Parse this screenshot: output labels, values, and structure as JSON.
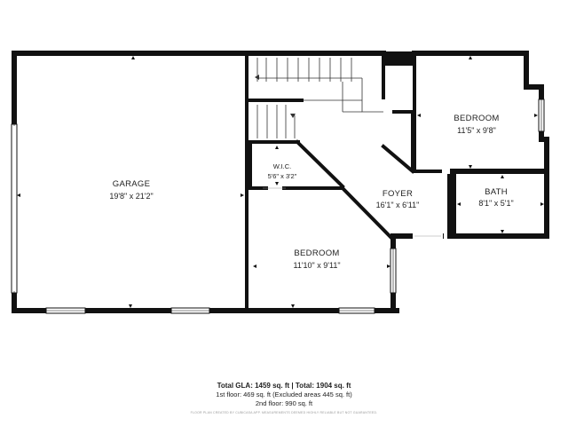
{
  "rooms": {
    "garage": {
      "name": "GARAGE",
      "dims": "19'8\" x 21'2\""
    },
    "wic": {
      "name": "W.I.C.",
      "dims": "5'6\" x 3'2\""
    },
    "bedroom_main": {
      "name": "BEDROOM",
      "dims": "11'10\" x 9'11\""
    },
    "foyer": {
      "name": "FOYER",
      "dims": "16'1\" x 6'11\""
    },
    "bedroom_upper": {
      "name": "BEDROOM",
      "dims": "11'5\" x 9'8\""
    },
    "bath": {
      "name": "BATH",
      "dims": "8'1\" x 5'1\""
    }
  },
  "summary": {
    "total_line": "Total GLA: 1459 sq. ft | Total: 1904 sq. ft",
    "first_floor": "1st floor: 469 sq. ft (Excluded areas 445 sq. ft)",
    "second_floor": "2nd floor: 990 sq. ft",
    "disclaimer": "FLOOR PLAN CREATED BY CUBICASA APP. MEASUREMENTS DEEMED HIGHLY RELIABLE BUT NOT GUARANTEED."
  }
}
